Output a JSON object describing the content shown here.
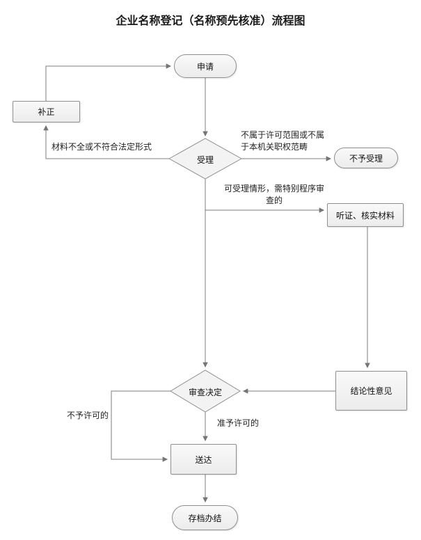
{
  "title": "企业名称登记（名称预先核准）流程图",
  "colors": {
    "node_fill": "#f3f3f3",
    "node_border": "#8f8f8f",
    "edge": "#7d7d7d",
    "text": "#111111"
  },
  "nodes": {
    "apply": "申请",
    "correction": "补正",
    "accept": "受理",
    "reject": "不予受理",
    "hearing": "听证、核实材料",
    "review": "审查决定",
    "conclusion": "结论性意见",
    "delivery": "送达",
    "archive": "存档办结"
  },
  "edge_labels": {
    "incomplete": "材料不全或不符合法定形式",
    "out_of_scope_line1": "不属于许可范围或不属",
    "out_of_scope_line2": "于本机关职权范畴",
    "special_line1": "可受理情形，需特别程序审",
    "special_line2": "查的",
    "not_permitted": "不予许可的",
    "permitted": "准予许可的"
  },
  "edges": [
    {
      "from": "申请",
      "to": "受理",
      "label": ""
    },
    {
      "from": "受理",
      "to": "补正",
      "label": "材料不全或不符合法定形式"
    },
    {
      "from": "补正",
      "to": "申请",
      "label": ""
    },
    {
      "from": "受理",
      "to": "不予受理",
      "label": "不属于许可范围或不属于本机关职权范畴"
    },
    {
      "from": "受理",
      "to": "审查决定",
      "label": ""
    },
    {
      "from": "受理",
      "to": "听证、核实材料",
      "label": "可受理情形，需特别程序审查的"
    },
    {
      "from": "听证、核实材料",
      "to": "结论性意见",
      "label": ""
    },
    {
      "from": "结论性意见",
      "to": "审查决定",
      "label": ""
    },
    {
      "from": "审查决定",
      "to": "送达",
      "label": "准予许可的"
    },
    {
      "from": "审查决定",
      "to": "送达",
      "label": "不予许可的"
    },
    {
      "from": "送达",
      "to": "存档办结",
      "label": ""
    }
  ]
}
